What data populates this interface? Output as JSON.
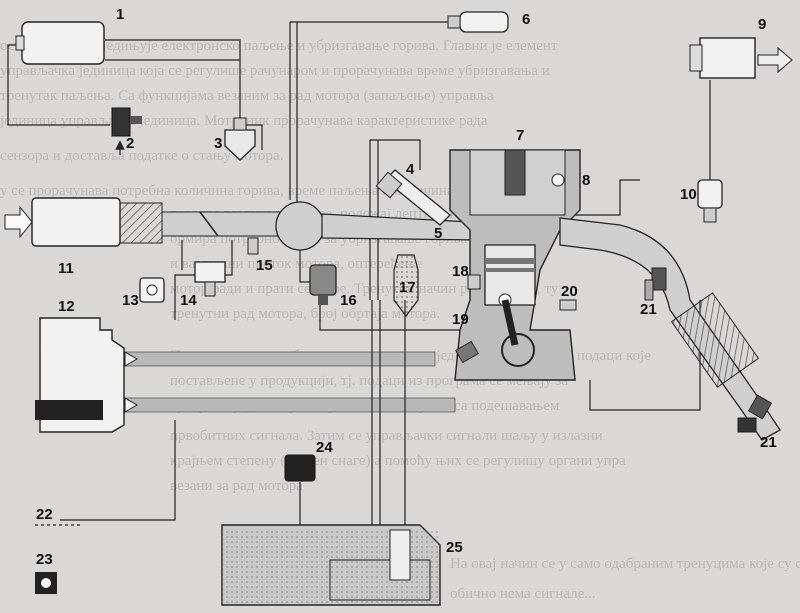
{
  "labels": {
    "l1": "1",
    "l2": "2",
    "l3": "3",
    "l4": "4",
    "l5": "5",
    "l6": "6",
    "l7": "7",
    "l8": "8",
    "l9": "9",
    "l10": "10",
    "l11": "11",
    "l12": "12",
    "l13": "13",
    "l14": "14",
    "l15": "15",
    "l16": "16",
    "l17": "17",
    "l18": "18",
    "l19": "19",
    "l20": "20",
    "l21a": "21",
    "l21b": "21",
    "l22": "22",
    "l23": "23",
    "l24": "24",
    "l25": "25"
  },
  "background_text": {
    "line1": "ости система обједињује електронско паљење и убризгавање горива. Главни је елемент",
    "line2": "управљачка јединица која се регулише рачунаром и прорачунава време убризгавања и",
    "line3": "тренутак паљења. Са функцијама везаним за рад мотора (запаљење) управља",
    "line4": "јединица управљачка јединица. Мотроник прорачунава карактеристике рада",
    "line5": "сензора и доставља податке о стању мотора.",
    "line6": "у се прорачунава потребна количина горива, време паљења и количина ваздуха",
    "line7": "пертура ваздуха и мотора, положај лептира и место",
    "line8": "ормира потребно време за убризгавање горива",
    "line9": "и ваздушни проток мотора, оптерећење",
    "line10": "мотор ради и прати сензоре. Тренутни начин рада мотора, ту",
    "line11": "тренутни рад мотора, број обртаја мотора.",
    "line12": "Програм зна се одабирати из управљачке јединице, кад се дођу подаци које",
    "line13": "постављене у продукцији, тј. подаци из програма се мењају за",
    "line14": "тренутни рад мотора. Управљање моторима са подешавањем",
    "line15": "првобитних сигнала. Затим се управљачки сигнали шаљу у излазни",
    "line16": "крајњем степену (степен снаге) а помоћу њих се регулишу органи упра",
    "line17": "везани за рад мотора",
    "line18": "На овај начин се у само одабраним тренуцима које су сигнали",
    "line19": "обично нема сигнале..."
  },
  "colors": {
    "paper": "#d9d8d6",
    "line": "#222222",
    "grey_band": "#b8b8b8",
    "fuel": "#c8c8c8",
    "component": "#f2f2f2"
  }
}
